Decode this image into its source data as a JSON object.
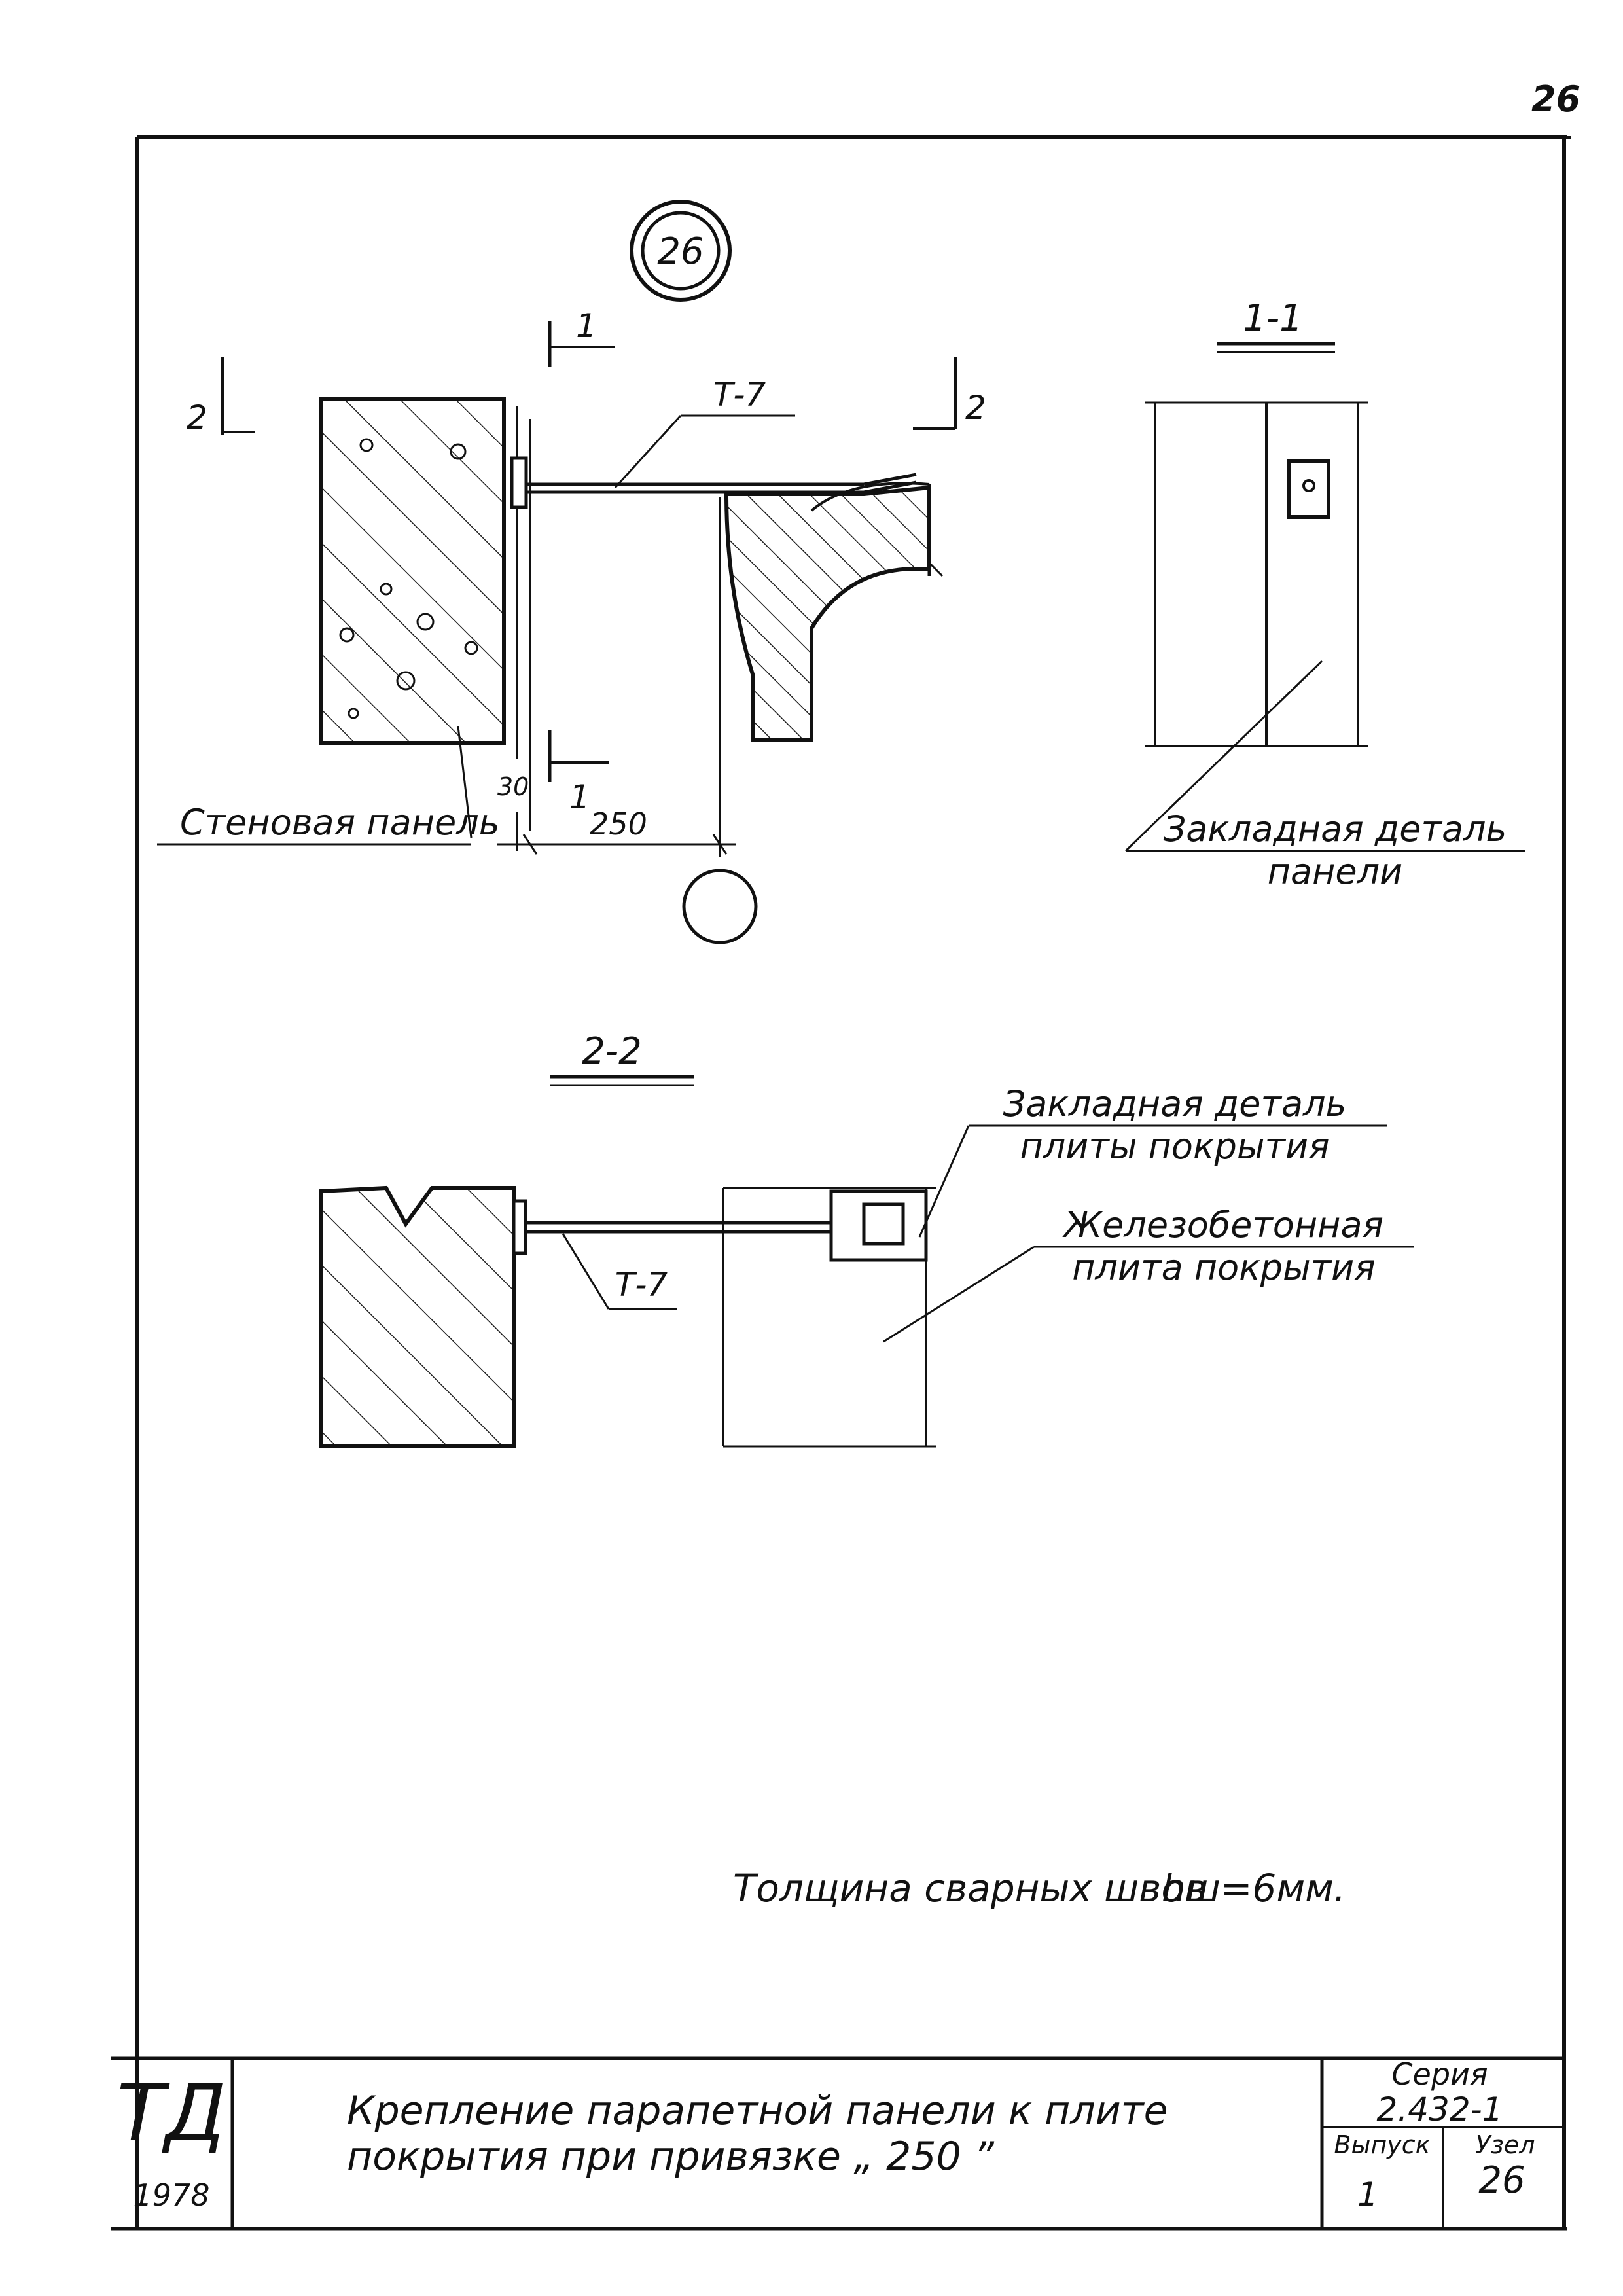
{
  "sheet": {
    "corner_number": "26"
  },
  "node_marker": {
    "label": "26"
  },
  "section_marks": {
    "mark1_top": "1",
    "mark1_bottom": "1",
    "mark2_left": "2",
    "mark2_right": "2"
  },
  "main_view": {
    "tie_label": "Т-7",
    "dim_30": "30",
    "dim_250": "250",
    "wall_panel_label": "Стеновая панель"
  },
  "section_1_1": {
    "title": "1-1",
    "embedded_label_line1": "Закладная деталь",
    "embedded_label_line2": "панели"
  },
  "section_2_2": {
    "title": "2-2",
    "tie_label": "Т-7",
    "embedded_slab_line1": "Закладная деталь",
    "embedded_slab_line2": "плиты покрытия",
    "rc_slab_line1": "Железобетонная",
    "rc_slab_line2": "плита покрытия"
  },
  "note": {
    "text": "Толщина сварных швов",
    "formula": "hш=6мм."
  },
  "title_block": {
    "logo": "ТД",
    "year": "1978",
    "title_line1": "Крепление парапетной панели к плите",
    "title_line2": "покрытия при привязке „ 250 ”",
    "series_label": "Серия",
    "series_value": "2.432-1",
    "issue_label": "Выпуск",
    "issue_value": "1",
    "node_label": "Узел",
    "node_value": "26"
  }
}
